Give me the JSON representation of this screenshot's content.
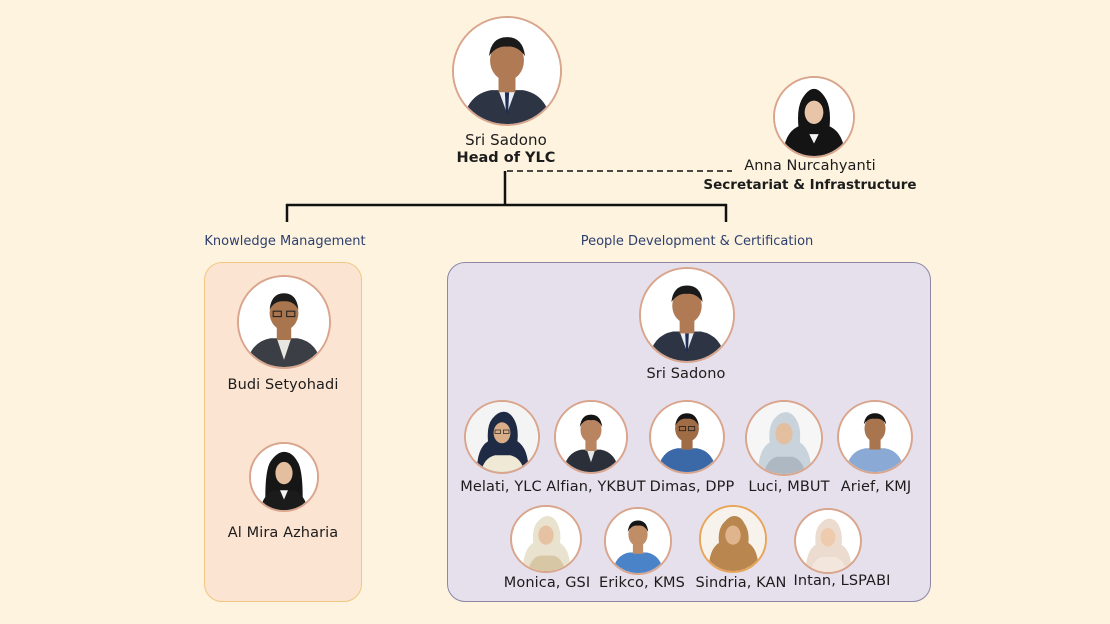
{
  "head": {
    "name": "Sri Sadono",
    "role": "Head of YLC"
  },
  "secretariat": {
    "name": "Anna Nurcahyanti",
    "role": "Secretariat & Infrastructure"
  },
  "departments": {
    "km": {
      "title": "Knowledge Management",
      "members": [
        "Budi Setyohadi",
        "Al Mira Azharia"
      ]
    },
    "pd": {
      "title": "People Development & Certification",
      "lead": "Sri Sadono",
      "row1": [
        "Melati, YLC",
        "Alfian, YKBUT",
        "Dimas, DPP",
        "Luci, MBUT",
        "Arief, KMJ"
      ],
      "row2": [
        "Monica, GSI",
        "Erikco, KMS",
        "Sindria, KAN",
        "Intan, LSPABI"
      ]
    }
  }
}
